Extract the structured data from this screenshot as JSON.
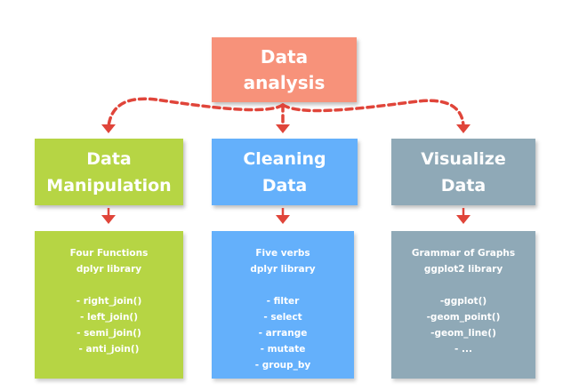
{
  "top": {
    "line1": "Data",
    "line2": "analysis"
  },
  "columns": [
    {
      "title_line1": "Data",
      "title_line2": "Manipulation",
      "header1": "Four Functions",
      "header2": "dplyr library",
      "items": [
        "- right_join()",
        "- left_join()",
        "- semi_join()",
        "- anti_join()"
      ]
    },
    {
      "title_line1": "Cleaning",
      "title_line2": "Data",
      "header1": "Five verbs",
      "header2": "dplyr library",
      "items": [
        "- filter",
        "- select",
        "- arrange",
        "- mutate",
        "- group_by"
      ]
    },
    {
      "title_line1": "Visualize",
      "title_line2": "Data",
      "header1": "Grammar of Graphs",
      "header2": "ggplot2 library",
      "items": [
        "-ggplot()",
        "-geom_point()",
        "-geom_line()",
        "- ..."
      ]
    }
  ],
  "colors": {
    "top_box": "#f7927a",
    "col1": "#b6d544",
    "col2": "#64b0fb",
    "col3": "#8fa9b7",
    "arrow": "#e0453a"
  }
}
